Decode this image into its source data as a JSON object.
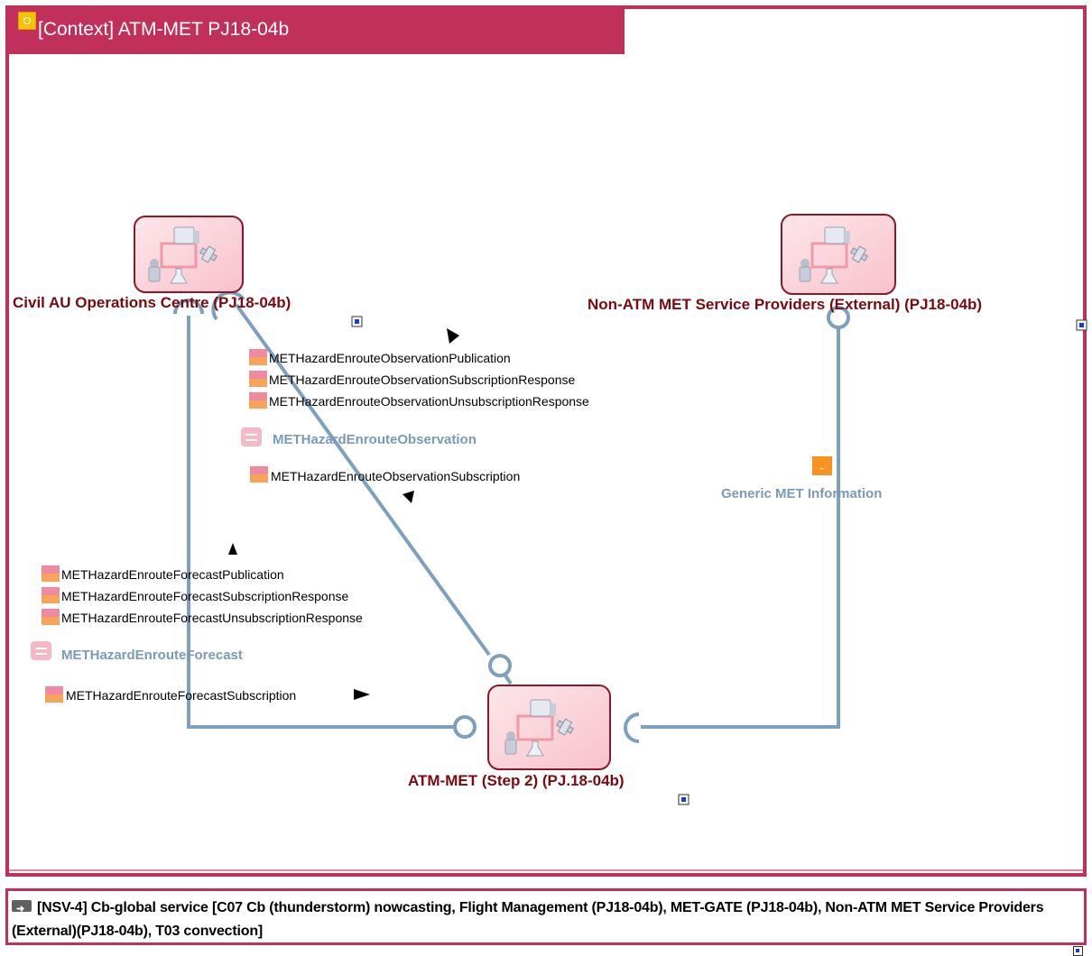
{
  "diagram": {
    "title": "[Context] ATM-MET PJ18-04b",
    "nodes": {
      "civil_au": {
        "label": "Civil AU Operations Centre (PJ18-04b)"
      },
      "non_atm": {
        "label": "Non-ATM MET Service Providers (External) (PJ18-04b)"
      },
      "atm_met": {
        "label": "ATM-MET (Step 2) (PJ.18-04b)"
      }
    },
    "services": {
      "observation": {
        "name": "METHazardEnrouteObservation",
        "operations_top": [
          "METHazardEnrouteObservationPublication",
          "METHazardEnrouteObservationSubscriptionResponse",
          "METHazardEnrouteObservationUnsubscriptionResponse"
        ],
        "operation_request": "METHazardEnrouteObservationSubscription"
      },
      "forecast": {
        "name": "METHazardEnrouteForecast",
        "operations_top": [
          "METHazardEnrouteForecastPublication",
          "METHazardEnrouteForecastSubscriptionResponse",
          "METHazardEnrouteForecastUnsubscriptionResponse"
        ],
        "operation_request": "METHazardEnrouteForecastSubscription"
      },
      "generic": {
        "name": "Generic MET Information"
      }
    },
    "colors": {
      "frame": "#c0305a",
      "node_fill": "#fbd2d8",
      "node_border": "#8a1a2a",
      "node_label": "#7a0a10",
      "connector": "#7f9fbf",
      "service_label": "#7a99bb"
    }
  },
  "footer": {
    "text": "[NSV-4] Cb-global service  [C07 Cb (thunderstorm) nowcasting, Flight Management (PJ18-04b), MET-GATE (PJ18-04b), Non-ATM MET Service Providers (External)(PJ18-04b), T03 convection]"
  }
}
